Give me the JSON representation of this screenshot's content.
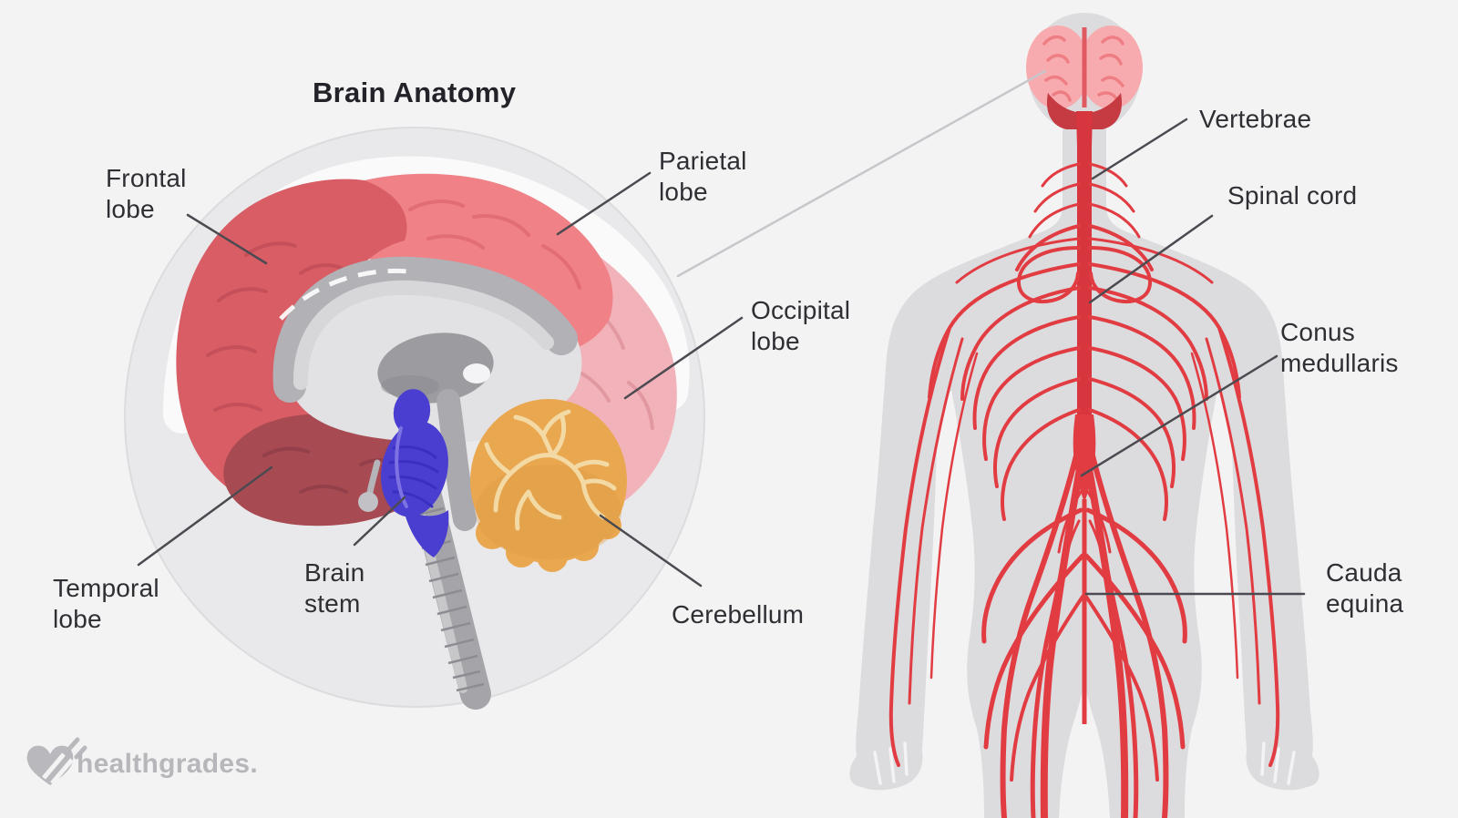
{
  "title": "Brain Anatomy",
  "brain": {
    "labels": {
      "frontal_lobe": "Frontal\nlobe",
      "parietal_lobe": "Parietal\nlobe",
      "occipital_lobe": "Occipital\nlobe",
      "temporal_lobe": "Temporal\nlobe",
      "brain_stem": "Brain\nstem",
      "cerebellum": "Cerebellum"
    },
    "colors": {
      "frontal": "#d85d65",
      "parietal": "#ef8187",
      "occipital": "#f2b2b9",
      "temporal": "#a84a52",
      "brain_stem": "#4a3ed1",
      "cerebellum": "#e9a750"
    }
  },
  "nervous_system": {
    "labels": {
      "vertebrae": "Vertebrae",
      "spinal_cord": "Spinal cord",
      "conus_medullaris": "Conus\nmedullaris",
      "cauda_equina": "Cauda\nequina"
    },
    "colors": {
      "nerves": "#e23c43",
      "spinal_cord_red": "#d7363e",
      "silhouette": "#dcdbde",
      "brain_pink": "#f7abae"
    }
  },
  "branding": {
    "logo_text": "healthgrades."
  },
  "canvas": {
    "background": "#f4f3f4",
    "label_color": "#2f2e33",
    "leader_line": "#4b4a51"
  }
}
